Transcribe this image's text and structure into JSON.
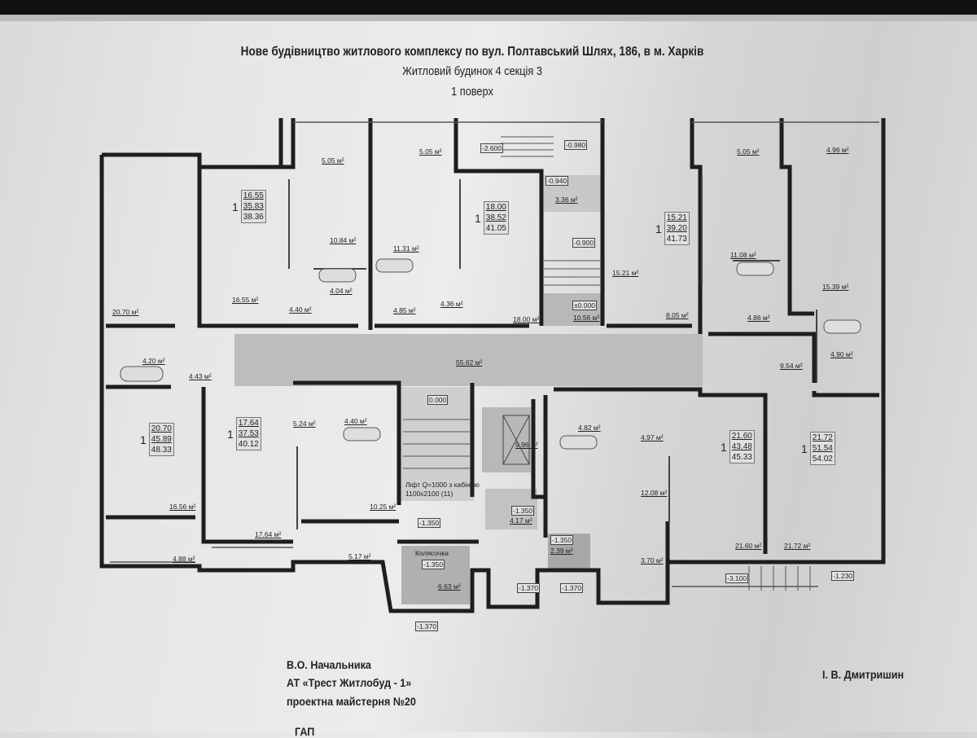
{
  "header": {
    "title": "Нове будівництво житлового комплексу по вул. Полтавський Шлях, 186, в м. Харків",
    "subtitle": "Житловий будинок 4 секція 3",
    "floor": "1 поверх"
  },
  "areas": [
    "5.05 м²",
    "5.05 м²",
    "5.05 м²",
    "4.96 м²",
    "10.84 м²",
    "11.31 м²",
    "16.55 м²",
    "4.40 м²",
    "4.04 м²",
    "4.85 м²",
    "4.36 м²",
    "18.00 м²",
    "3.36 м²",
    "10.56 м²",
    "15.21 м²",
    "11.08 м²",
    "8.05 м²",
    "4.86 м²",
    "15.39 м²",
    "20.70 м²",
    "4.20 м²",
    "4.43 м²",
    "55.62 м²",
    "9.54 м²",
    "4.90 м²",
    "5.24 м²",
    "4.40 м²",
    "16.56 м²",
    "17.64 м²",
    "10.25 м²",
    "4.88 м²",
    "5.17 м²",
    "4.82 м²",
    "4.97 м²",
    "12.08 м²",
    "3.70 м²",
    "21.60 м²",
    "21.72 м²",
    "9.96 м²",
    "4.17 м²",
    "2.39 м²",
    "6.63 м²"
  ],
  "levels": [
    "-2.600",
    "-0.980",
    "-0.940",
    "-0.900",
    "±0.000",
    "0.000",
    "-1.350",
    "-1.350",
    "-1.350",
    "-1.350",
    "-1.370",
    "-1.370",
    "-1.370",
    "-3.100",
    "-1.230"
  ],
  "notes": [
    "Колясочка",
    "Ліфт Q=1000 з кабіною",
    "1100x2100 (11)"
  ],
  "apartments": [
    {
      "rooms": "1",
      "living": "16.55",
      "total": "35.83",
      "with_balcony": "38.36"
    },
    {
      "rooms": "1",
      "living": "18.00",
      "total": "38.52",
      "with_balcony": "41.05"
    },
    {
      "rooms": "1",
      "living": "15.21",
      "total": "39.20",
      "with_balcony": "41.73"
    },
    {
      "rooms": "1",
      "living": "20.70",
      "total": "45.89",
      "with_balcony": "48.33"
    },
    {
      "rooms": "1",
      "living": "17.64",
      "total": "37.53",
      "with_balcony": "40.12"
    },
    {
      "rooms": "1",
      "living": "21.60",
      "total": "43.48",
      "with_balcony": "45.33"
    },
    {
      "rooms": "1",
      "living": "21.72",
      "total": "51.54",
      "with_balcony": "54.02"
    }
  ],
  "footer": {
    "line1": "В.О. Начальника",
    "line2": "АТ «Трест Житлобуд - 1»",
    "line3": "проектна майстерня №20",
    "line4": "ГАП",
    "signatory": "І. В. Дмитришин"
  }
}
